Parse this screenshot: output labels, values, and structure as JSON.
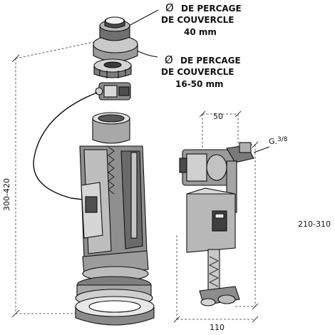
{
  "labels": {
    "top_symbol": "Ø",
    "top_line1": "DE PERCAGE",
    "top_line2": "DE COUVERCLE",
    "top_line3": "40 mm",
    "mid_symbol": "Ø",
    "mid_line1": "DE PERCAGE",
    "mid_line2": "DE COUVERCLE",
    "mid_line3": "16-50 mm"
  },
  "dimensions": {
    "left_height": "300-420",
    "right_height": "210-310",
    "top_width": "50",
    "bottom_width": "110",
    "thread": "G.",
    "thread_fraction": "3/8"
  }
}
